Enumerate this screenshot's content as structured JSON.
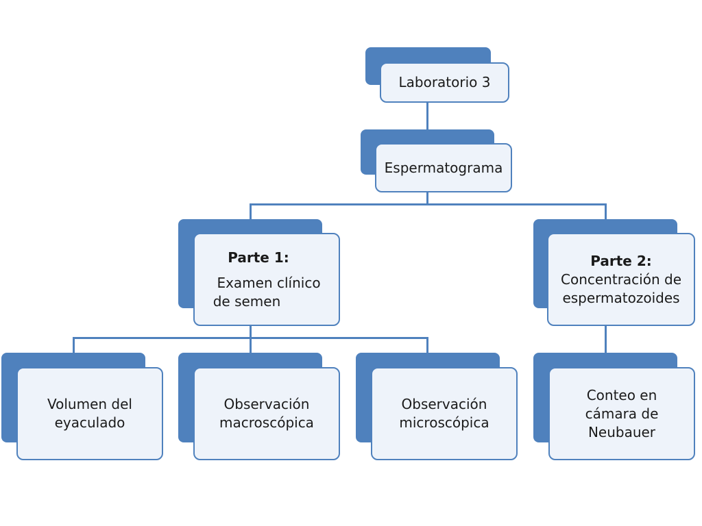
{
  "diagram": {
    "root": {
      "label": "Laboratorio 3"
    },
    "level1": {
      "label": "Espermatograma"
    },
    "part1": {
      "title": "Parte 1:",
      "line1": "Examen clínico",
      "line2": "de semen",
      "children": [
        {
          "line1": "Volumen del",
          "line2": "eyaculado"
        },
        {
          "line1": "Observación",
          "line2": "macroscópica"
        },
        {
          "line1": "Observación",
          "line2": "microscópica"
        }
      ]
    },
    "part2": {
      "title": "Parte 2:",
      "line1": "Concentración de",
      "line2": "espermatozoides",
      "children": [
        {
          "line1": "Conteo en",
          "line2": "cámara de",
          "line3": "Neubauer"
        }
      ]
    }
  },
  "colors": {
    "accent": "#4f81bd",
    "node_fill": "#eef3fa",
    "text": "#1a1a1a"
  }
}
